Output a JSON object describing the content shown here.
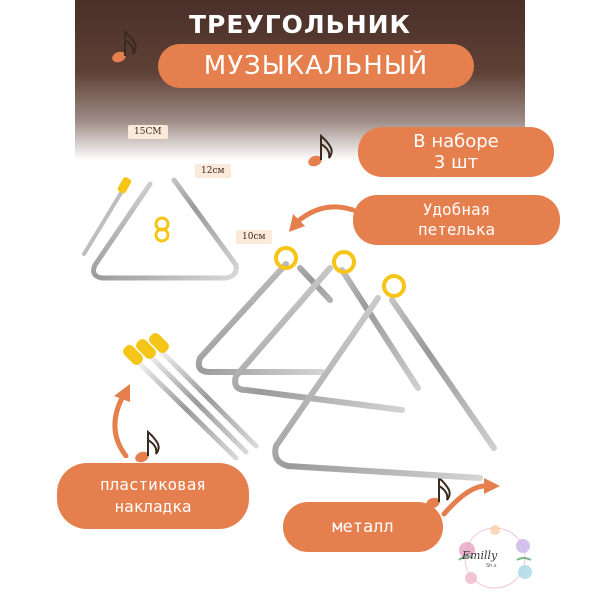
{
  "header": {
    "title": "ТРЕУГОЛЬНИК",
    "subtitle": "МУЗЫКАЛЬНЫЙ"
  },
  "badges": {
    "set_line1": "В наборе",
    "set_line2": "3 шт",
    "loop_line1": "Удобная",
    "loop_line2": "петелька",
    "plastic_line1": "пластиковая",
    "plastic_line2": "накладка",
    "metal": "металл"
  },
  "sizes": {
    "s15": "15CM",
    "s12": "12см",
    "s10": "10см"
  },
  "logo": {
    "name": "Emilly",
    "sub": "Sh.s"
  },
  "colors": {
    "accent": "#e57f4e",
    "header_bg": "#4a3029",
    "size_tag_bg": "#fbe9da",
    "yellow_cap": "#f5c518"
  },
  "icons": [
    "music-note-icon",
    "curved-arrow-icon"
  ]
}
